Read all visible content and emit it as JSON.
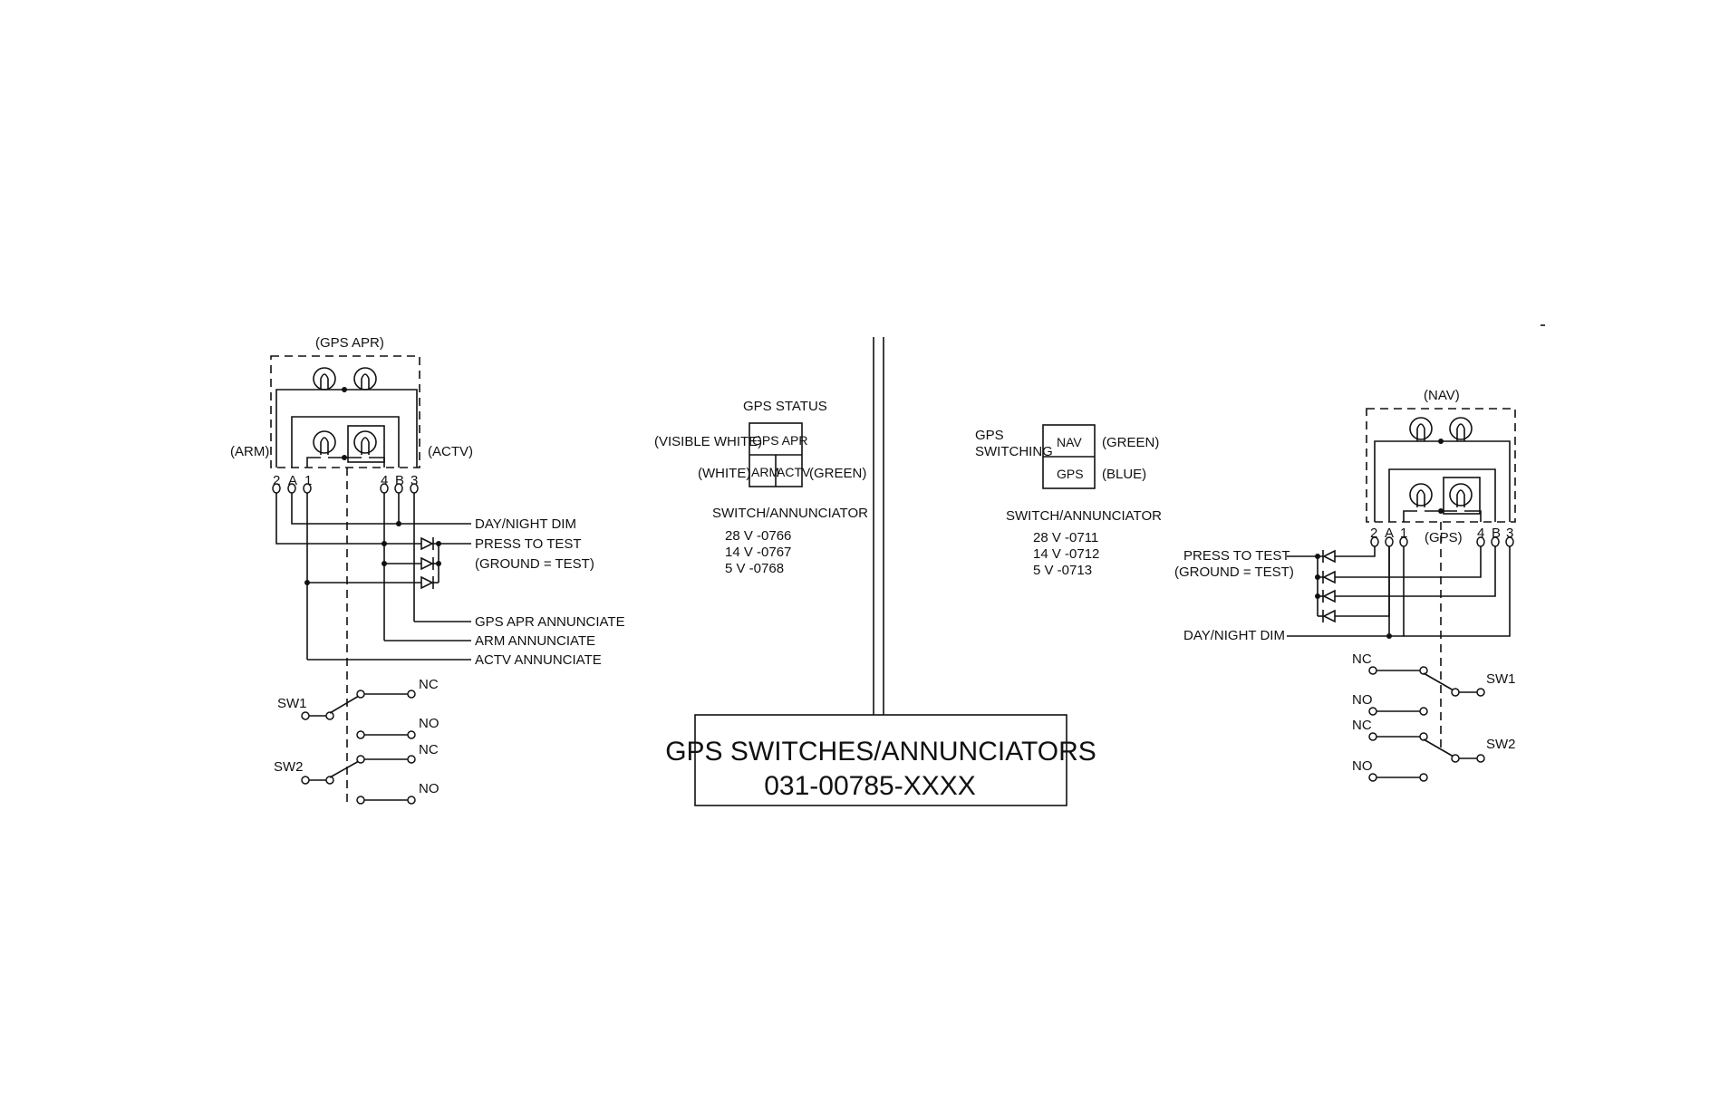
{
  "left_panel": {
    "title": "(GPS APR)",
    "arm_label": "(ARM)",
    "actv_label": "(ACTV)",
    "pins": [
      "2",
      "A",
      "1",
      "4",
      "B",
      "3"
    ],
    "signals": [
      "DAY/NIGHT DIM",
      "PRESS TO TEST",
      "(GROUND = TEST)",
      "GPS APR ANNUNCIATE",
      "ARM ANNUNCIATE",
      "ACTV ANNUNCIATE"
    ],
    "sw1": "SW1",
    "sw2": "SW2",
    "nc": "NC",
    "no": "NO"
  },
  "gps_status": {
    "title": "GPS STATUS",
    "visible_white": "(VISIBLE WHITE)",
    "white": "(WHITE)",
    "green": "(GREEN)",
    "cell_top": "GPS APR",
    "cell_arm": "ARM",
    "cell_actv": "ACTV",
    "caption": "SWITCH/ANNUNCIATOR",
    "variants": [
      "28 V  -0766",
      "14 V  -0767",
      "5 V   -0768"
    ]
  },
  "gps_switching": {
    "title_line1": "GPS",
    "title_line2": "SWITCHING",
    "cell_nav": "NAV",
    "cell_gps": "GPS",
    "green": "(GREEN)",
    "blue": "(BLUE)",
    "caption": "SWITCH/ANNUNCIATOR",
    "variants": [
      "28 V  -0711",
      "14 V  -0712",
      "5 V   -0713"
    ]
  },
  "right_panel": {
    "title": "(NAV)",
    "gps_label": "(GPS)",
    "pins": [
      "2",
      "A",
      "1",
      "4",
      "B",
      "3"
    ],
    "press_to_test": "PRESS TO TEST",
    "ground_test": "(GROUND = TEST)",
    "day_night": "DAY/NIGHT DIM",
    "sw1": "SW1",
    "sw2": "SW2",
    "nc": "NC",
    "no": "NO"
  },
  "title_block": {
    "line1": "GPS SWITCHES/ANNUNCIATORS",
    "line2": "031-00785-XXXX"
  }
}
